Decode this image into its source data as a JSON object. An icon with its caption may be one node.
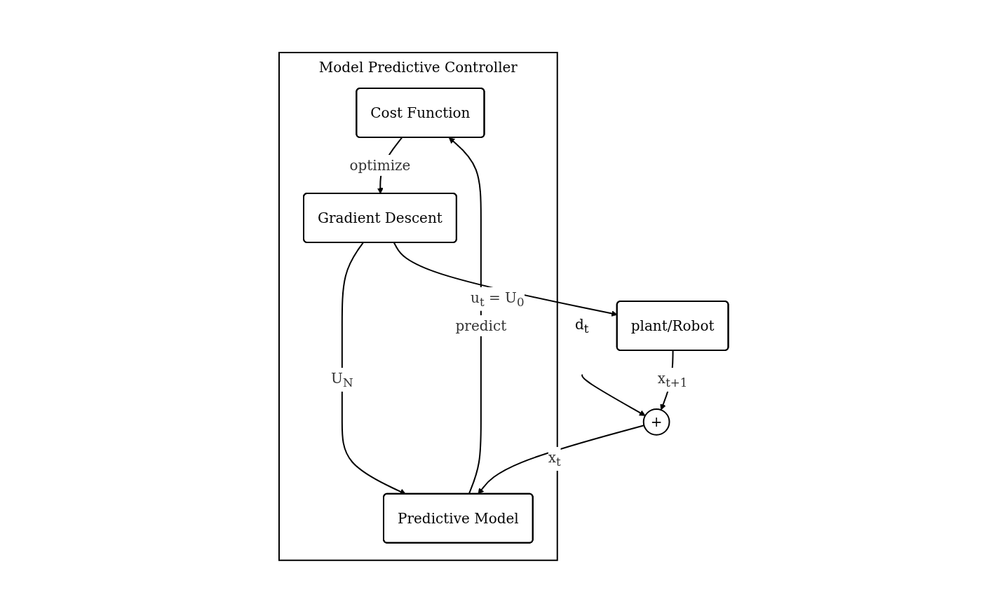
{
  "diagram": {
    "nodes": [
      {
        "text": [
          "Model Predictive Controller"
        ]
      },
      {
        "text": [
          "Cost Function"
        ],
        "in": 0
      },
      {
        "text": [
          "Gradient Descent"
        ],
        "in": 0
      },
      {
        "text": [
          "Predictive Model"
        ],
        "in": 0
      },
      {
        "text": [
          "plant/Robot"
        ]
      },
      {
        "text": [
          "+"
        ]
      },
      {
        "text": [
          "d$_{t}$"
        ]
      }
    ],
    "edges": [
      {
        "from": 3,
        "to": 1,
        "arrow": "to",
        "label": "predict"
      },
      {
        "from": 1,
        "to": 2,
        "arrow": "to",
        "label": "optimize"
      },
      {
        "from": 2,
        "to": 3,
        "arrow": "to",
        "label": "U$_{N}$"
      },
      {
        "from": 2,
        "to": 4,
        "arrow": "to",
        "label": "u$_{t}$ = U$_{0}$"
      },
      {
        "from": 4,
        "to": 5,
        "arrow": "to",
        "label": "x$_{t+1}$"
      },
      {
        "from": 6,
        "to": 5,
        "arrow": "to"
      },
      {
        "from": 5,
        "to": 3,
        "arrow": "to",
        "label": "x$_{t}$"
      }
    ]
  }
}
